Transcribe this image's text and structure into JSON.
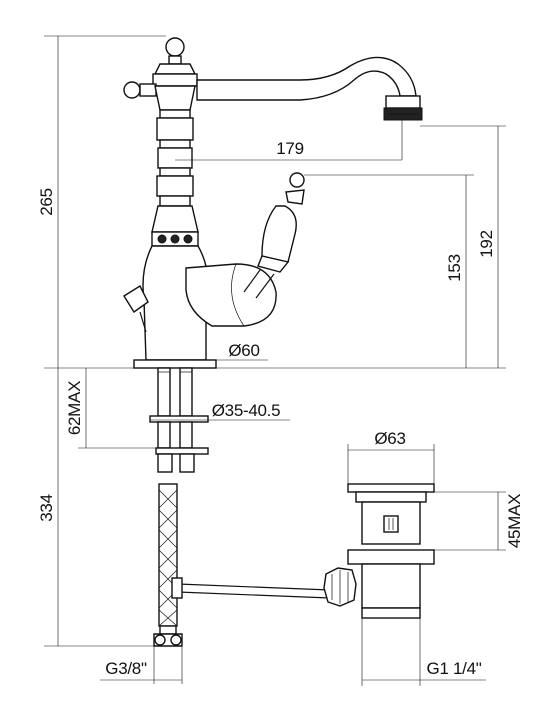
{
  "dimensions": {
    "total_height": "265",
    "spout_reach": "179",
    "spout_height": "192",
    "handle_height": "153",
    "base_diameter": "Ø60",
    "max_deck_thickness": "62MAX",
    "hole_diameter": "Ø35-40.5",
    "hose_length": "334",
    "hose_thread": "G3/8\"",
    "waste_diameter": "Ø63",
    "waste_max": "45MAX",
    "waste_thread": "G1 1/4\""
  }
}
